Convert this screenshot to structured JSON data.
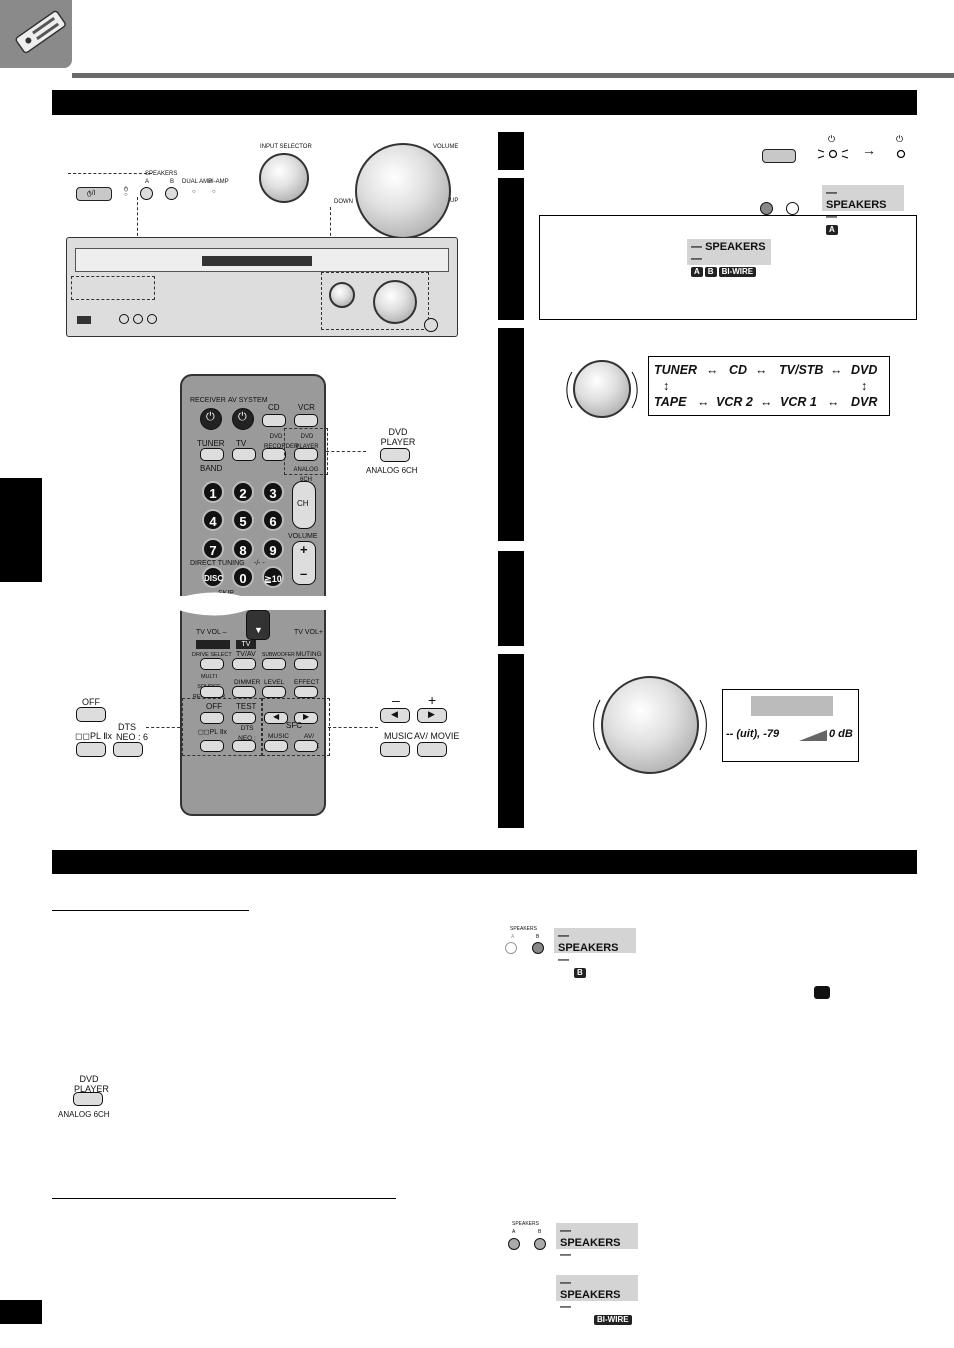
{
  "receiver_panel": {
    "power_label": "ტ/I",
    "speakers_label": "SPEAKERS",
    "speaker_a": "A",
    "speaker_b": "B",
    "dual_amp": "DUAL AMP",
    "bi_amp": "BI-AMP",
    "input_selector": "INPUT SELECTOR",
    "volume": "VOLUME",
    "down": "DOWN",
    "up": "UP"
  },
  "remote": {
    "receiver": "RECEIVER",
    "av_system": "AV SYSTEM",
    "cd": "CD",
    "vcr": "VCR",
    "tuner": "TUNER",
    "tv": "TV",
    "dvd_recorder": "DVD RECORDER",
    "dvd_player": "DVD PLAYER",
    "band": "BAND",
    "analog_6ch": "ANALOG 6CH",
    "numbers": [
      "1",
      "2",
      "3",
      "4",
      "5",
      "6",
      "7",
      "8",
      "9",
      "0"
    ],
    "ch": "CH",
    "volume": "VOLUME",
    "direct_tuning": "DIRECT TUNING",
    "disc": "DISC",
    "dash_label": "-/- -",
    "ge10": "≧10",
    "skip": "SKIP",
    "tv_vol_minus": "TV VOL –",
    "tv_vol_plus": "TV VOL+",
    "tv_badge": "TV",
    "drive_select": "DRIVE SELECT",
    "tv_av": "TV/AV",
    "subwoofer": "SUBWOOFER",
    "muting": "MUTING",
    "multi_source": "MULTI SOURCE RE-MASTER",
    "dimmer": "DIMMER",
    "level": "LEVEL",
    "effect": "EFFECT",
    "off": "OFF",
    "test": "TEST",
    "minus": "–",
    "plus": "+",
    "plix": "◻◻PL Ⅱx",
    "dts_neo6": "DTS NEO : 6",
    "sfc": "SFC",
    "music": "MUSIC",
    "av_movie": "AV/ MOVIE"
  },
  "callouts": {
    "dvd_player": "DVD PLAYER",
    "analog_6ch": "ANALOG 6CH",
    "off": "OFF",
    "plix": "◻◻PL Ⅱx",
    "dts": "DTS",
    "neo6": "NEO : 6",
    "minus": "–",
    "plus": "+",
    "music": "MUSIC",
    "av_movie": "AV/ MOVIE"
  },
  "steps": {
    "speakers_label": "SPEAKERS",
    "seg_a": "A",
    "seg_b": "B",
    "seg_biwire": "BI-WIRE",
    "arrow": "→",
    "sources_row1": [
      "TUNER",
      "CD",
      "TV/STB",
      "DVD"
    ],
    "sources_row2": [
      "TAPE",
      "VCR 2",
      "VCR 1",
      "DVR"
    ],
    "lr_arrow": "↔",
    "ud_arrow": "↕",
    "volume_range_left": "-- (uit), -79",
    "volume_range_right": "0 dB"
  },
  "lower": {
    "speakers_label": "SPEAKERS",
    "a": "A",
    "b": "B",
    "seg_b": "B",
    "seg_biwire": "BI-WIRE",
    "dvd_player": "DVD PLAYER",
    "analog_6ch": "ANALOG 6CH"
  }
}
